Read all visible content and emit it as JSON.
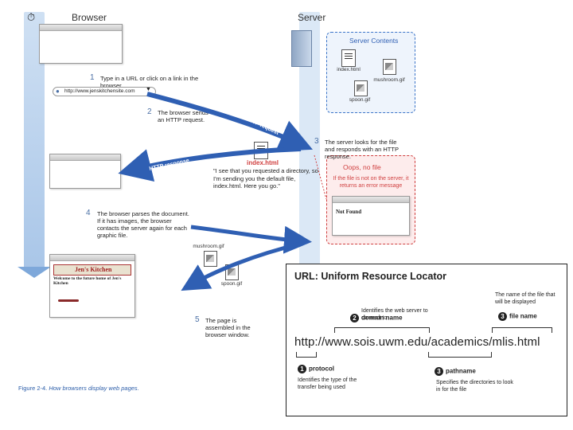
{
  "lanes": {
    "browser": "Browser",
    "server": "Server"
  },
  "server_contents": {
    "title": "Server Contents",
    "files": [
      {
        "name": "index.html"
      },
      {
        "name": "mushroom.gif"
      },
      {
        "name": "spoon.gif"
      }
    ]
  },
  "steps": [
    {
      "num": "1",
      "text": "Type in a URL or click on a link in the browser"
    },
    {
      "num": "2",
      "text": "The browser sends an HTTP request."
    },
    {
      "num": "3",
      "text": "The server looks for the file and responds with an HTTP response."
    },
    {
      "num": "4",
      "text": "The browser parses the document. If it has images, the browser contacts the server again for each graphic file."
    },
    {
      "num": "5",
      "text": "The page is assembled in the browser window."
    }
  ],
  "url_bar": {
    "value": "http://www.jenskitchensite.com"
  },
  "arrows": {
    "request": "HTTP request",
    "response": "HTTP response"
  },
  "response_file": {
    "name": "index.html",
    "note": "\"I see that you requested a directory, so I'm sending you the default file, index.html. Here you go.\""
  },
  "error_box": {
    "title": "Oops, no file",
    "text": "If the file is not on the server, it returns an error message",
    "page_title": "Not Found"
  },
  "image_files": [
    "mushroom.gif",
    "spoon.gif"
  ],
  "final_page": {
    "banner": "Jen's Kitchen",
    "heading": "Welcome to the future home of Jen's Kitchen"
  },
  "caption": {
    "label": "Figure 2-4.",
    "text": "How browsers display web pages."
  },
  "url_panel": {
    "title": "URL: Uniform Resource Locator",
    "url": "http://www.sois.uwm.edu/academics/mlis.html",
    "parts": [
      {
        "num": "1",
        "label": "protocol",
        "desc": "Identifies the type of the transfer being used"
      },
      {
        "num": "2",
        "label": "domain name",
        "desc": "Identifies the web server to connect to"
      },
      {
        "num": "3",
        "label": "pathname",
        "desc": "Specifies the directories to look in for the file"
      },
      {
        "num": "3",
        "label": "file name",
        "desc": "The name of the file that will be displayed"
      }
    ]
  },
  "colors": {
    "accent": "#2f5fb3",
    "error": "#d04040",
    "lane": "#a9c6e8"
  }
}
